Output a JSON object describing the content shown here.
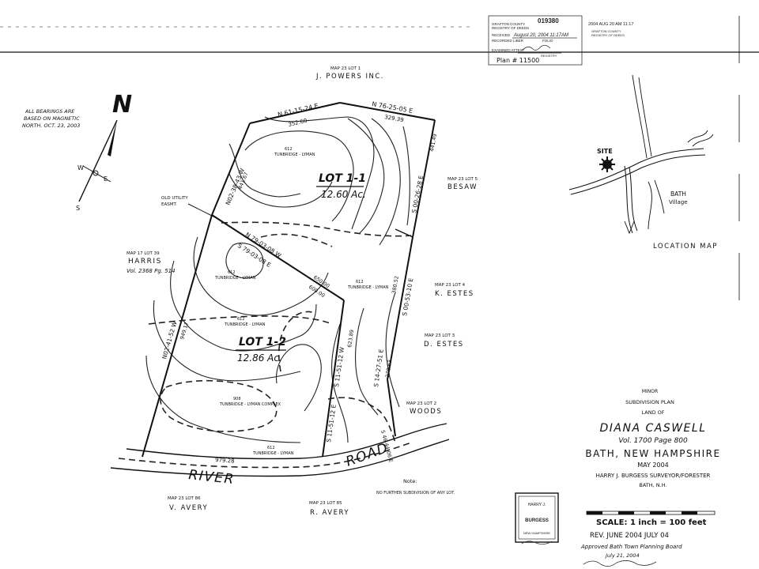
{
  "recording_stamp": {
    "doc_number": "019380",
    "line1": "GRAFTON COUNTY",
    "line2": "REGISTRY OF DEEDS",
    "received": "RECEIVED",
    "received_date": "August 20, 2004  11:17AM",
    "recorded_liber": "RECORDED LIBER",
    "folio": "FOLIO",
    "examined": "EXAMINED ATTEST",
    "registry": "REGISTRY",
    "plan_no": "Plan # 11500",
    "small_stamp_1": "2004 AUG 20  AM 11:17",
    "small_stamp_2": "GRAFTON COUNTY",
    "small_stamp_3": "REGISTRY OF DEEDS"
  },
  "notes": {
    "bearings": [
      "ALL BEARINGS ARE",
      "BASED ON MAGNETIC",
      "NORTH. OCT. 23, 2003"
    ],
    "north_letter": "N",
    "compass": {
      "w": "W",
      "e": "E",
      "s": "S"
    },
    "old_utility": [
      "OLD UTILITY",
      "EASMT."
    ],
    "note_label": "Note:",
    "note_text": "NO FURTHER SUBDIVISION OF ANY LOT."
  },
  "abutters": {
    "powers_map": "MAP 23 LOT 1",
    "powers": "J. POWERS INC.",
    "besaw_map": "MAP 23 LOT 5",
    "besaw": "BESAW",
    "harris_map": "MAP 17 LOT 39",
    "harris": "HARRIS",
    "harris_vol": "Vol. 2368  Pg. 514",
    "kestes_map": "MAP 23 LOT 4",
    "kestes": "K. ESTES",
    "destes_map": "MAP 23 LOT 3",
    "destes": "D. ESTES",
    "woods_map": "MAP 23 LOT 2",
    "woods": "WOODS",
    "vavery_map": "MAP 23 LOT 86",
    "vavery": "V. AVERY",
    "ravery_map": "MAP 23 LOT 85",
    "ravery": "R. AVERY"
  },
  "lots": {
    "lot1_name": "LOT 1-1",
    "lot1_area": "12.60 Ac.",
    "lot2_name": "LOT 1-2",
    "lot2_area": "12.86 Ac."
  },
  "bearings_on_lines": {
    "north1": "N 61-15-24 E",
    "north1_dist": "352.60",
    "north2": "N 76-25-05 E",
    "north2_dist": "329.39",
    "west_upper": "N02-38-43 W",
    "west_upper_dist": "441.67",
    "west_lower": "N02-41-52 W",
    "west_lower_dist": "949.17",
    "mid_line_a": "N 79-03-08 W",
    "mid_line_b": "S 79-03-08 E",
    "mid_dist_a": "650.00",
    "mid_dist_b": "600.00",
    "east_upper": "S 00-26-28 E",
    "east_upper_dist": "441.49",
    "east_mid": "S 00-53-10 E",
    "east_mid_dist": "380.52",
    "east_lower": "S 14-27-51 E",
    "east_lower_dist": "270.63",
    "inner_a": "S 11-51-12 W",
    "inner_a_dist": "623.89",
    "inner_b": "S 11-51-12 E",
    "south_dist": "979.28",
    "road_bearing": "S 46-44-06 E"
  },
  "soils": {
    "s1_code": "612",
    "s1_name": "TUNBRIDGE - LYMAN",
    "s2_code": "612",
    "s2_name": "TUNBRIDGE - LYMAN",
    "s3_code": "612",
    "s3_name": "TUNBRIDGE - LYMAN",
    "s4_code": "612",
    "s4_name": "TUNBRIDGE - LYMAN",
    "s5_code": "908",
    "s5_name": "TUNBRIDGE - LYMAN COMPLEX",
    "s6_code": "612",
    "s6_name": "TUNBRIDGE - LYMAN"
  },
  "roads": {
    "river": "RIVER",
    "road": "ROAD"
  },
  "location_map": {
    "site": "SITE",
    "bath": "BATH",
    "village": "Village",
    "title": "LOCATION MAP"
  },
  "title_block": {
    "minor": "MINOR",
    "subdivision": "SUBDIVISION PLAN",
    "land_of": "LAND OF",
    "owner": "DIANA  CASWELL",
    "volume": "Vol. 1700  Page 800",
    "town": "BATH, NEW HAMPSHIRE",
    "date": "MAY  2004",
    "surveyor": "HARRY J. BURGESS  SURVEYOR/FORESTER",
    "surveyor_town": "BATH, N.H.",
    "scale": "SCALE:  1 inch = 100 feet",
    "rev": "REV.  JUNE 2004  JULY 04",
    "approved": "Approved  Bath Town Planning Board",
    "approved_date": "July 21, 2004"
  },
  "seal": {
    "top": "HARRY J.",
    "name": "BURGESS",
    "state": "NEW HAMPSHIRE"
  }
}
